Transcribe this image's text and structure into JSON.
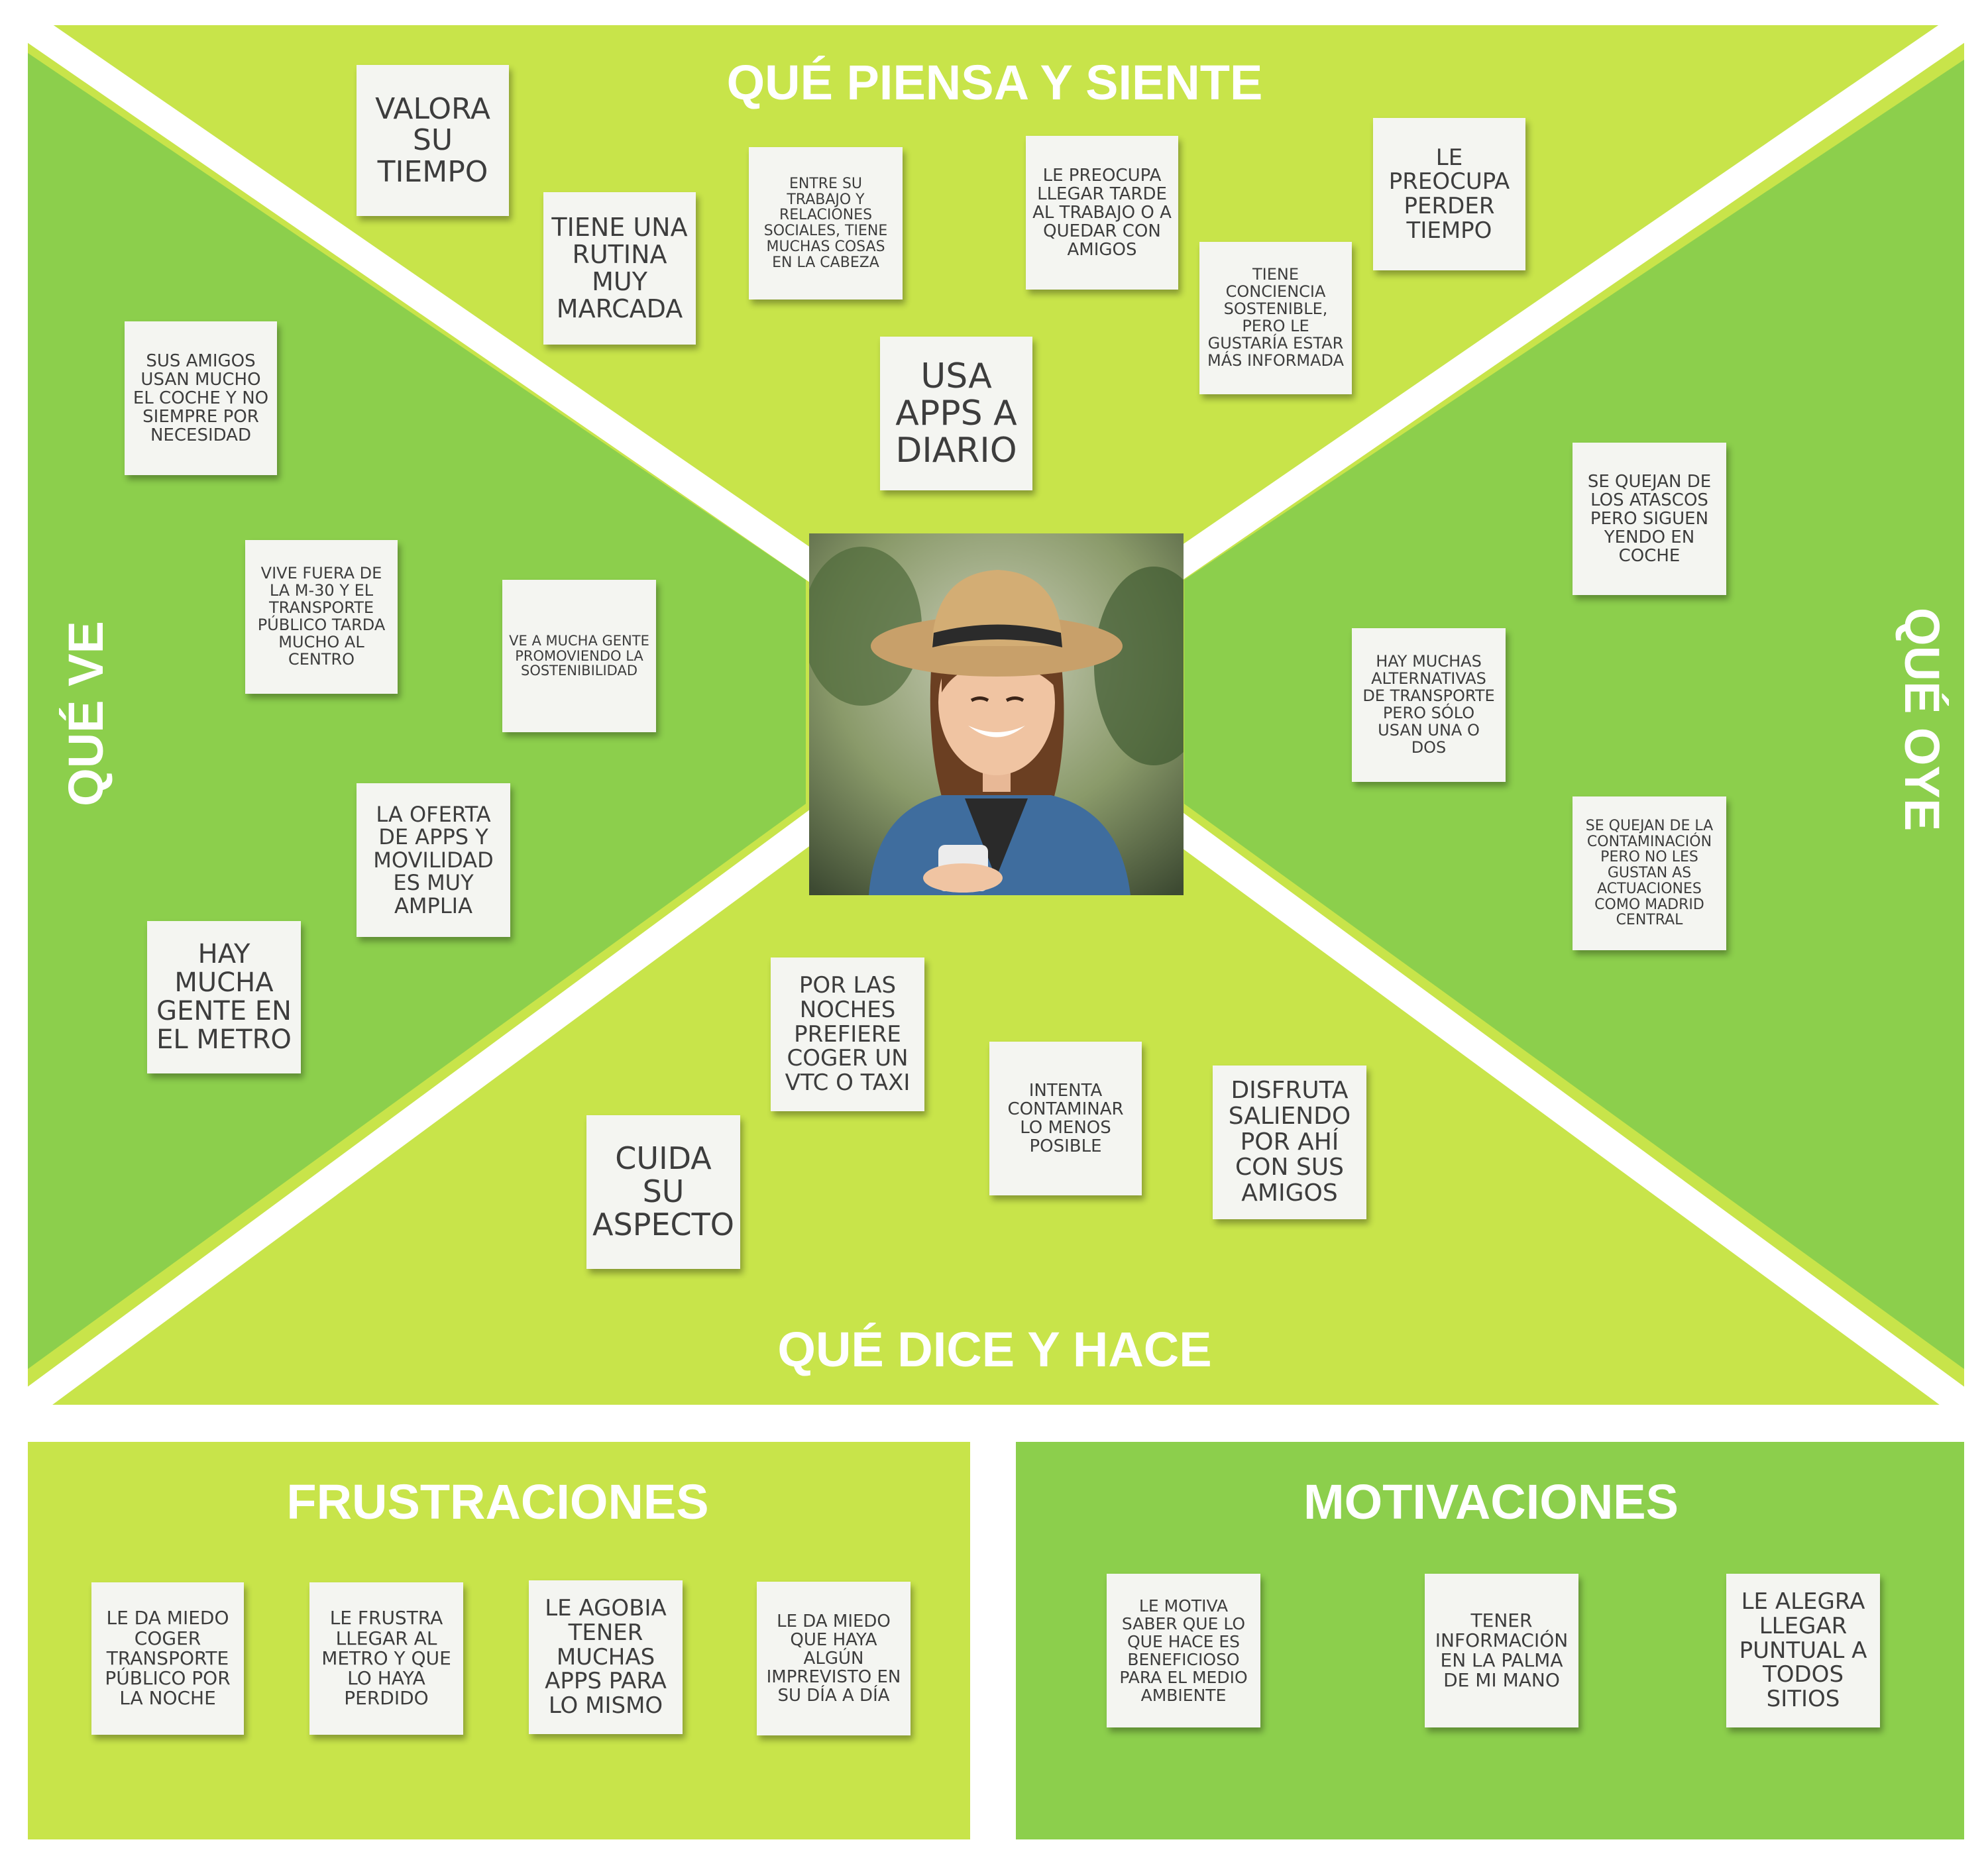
{
  "colors": {
    "light_green": "#c8e44a",
    "dark_green": "#8ccf4c",
    "note_bg": "#f4f5f1",
    "note_text": "#3d3d3d",
    "title_text": "#ffffff"
  },
  "titles": {
    "thinks": "QUÉ PIENSA Y SIENTE",
    "sees": "QUÉ VE",
    "hears": "QUÉ OYE",
    "says": "QUÉ DICE Y HACE",
    "frustrations": "FRUSTRACIONES",
    "motivations": "MOTIVACIONES"
  },
  "avatar_icon": "woman-with-hat-looking-at-phone-photo",
  "notes": {
    "thinks": [
      "VALORA SU TIEMPO",
      "TIENE UNA RUTINA MUY MARCADA",
      "ENTRE SU TRABAJO Y RELACIONES SOCIALES, TIENE MUCHAS COSAS EN LA CABEZA",
      "LE PREOCUPA LLEGAR TARDE AL TRABAJO O A QUEDAR CON AMIGOS",
      "LE PREOCUPA PERDER TIEMPO",
      "TIENE CONCIENCIA SOSTENIBLE, PERO LE GUSTARÍA ESTAR MÁS INFORMADA",
      "USA APPS A DIARIO"
    ],
    "sees": [
      "SUS AMIGOS USAN MUCHO EL COCHE Y NO SIEMPRE POR NECESIDAD",
      "VIVE FUERA DE LA M-30 Y EL TRANSPORTE PÚBLICO TARDA MUCHO AL CENTRO",
      "VE A MUCHA GENTE PROMOVIENDO LA SOSTENIBILIDAD",
      "LA OFERTA DE APPS Y MOVILIDAD ES MUY AMPLIA",
      "HAY MUCHA GENTE EN EL METRO"
    ],
    "hears": [
      "SE QUEJAN DE LOS ATASCOS PERO SIGUEN YENDO EN COCHE",
      "HAY MUCHAS ALTERNATIVAS DE TRANSPORTE PERO SÓLO USAN UNA O DOS",
      "SE QUEJAN DE LA CONTAMINACIÓN PERO NO LES GUSTAN AS ACTUACIONES COMO MADRID CENTRAL"
    ],
    "says": [
      "POR LAS NOCHES PREFIERE COGER UN VTC O TAXI",
      "INTENTA CONTAMINAR LO MENOS POSIBLE",
      "DISFRUTA SALIENDO POR AHÍ CON SUS AMIGOS",
      "CUIDA SU ASPECTO"
    ],
    "frustrations": [
      "LE DA MIEDO COGER TRANSPORTE PÚBLICO POR LA NOCHE",
      "LE FRUSTRA LLEGAR AL METRO Y QUE LO HAYA PERDIDO",
      "LE AGOBIA TENER MUCHAS APPS PARA LO MISMO",
      "LE DA MIEDO QUE HAYA ALGÚN IMPREVISTO EN SU DÍA A DÍA"
    ],
    "motivations": [
      "LE MOTIVA SABER QUE LO QUE HACE ES BENEFICIOSO PARA EL MEDIO AMBIENTE",
      "TENER INFORMACIÓN EN LA PALMA DE MI MANO",
      "LE ALEGRA LLEGAR PUNTUAL A TODOS SITIOS"
    ]
  }
}
